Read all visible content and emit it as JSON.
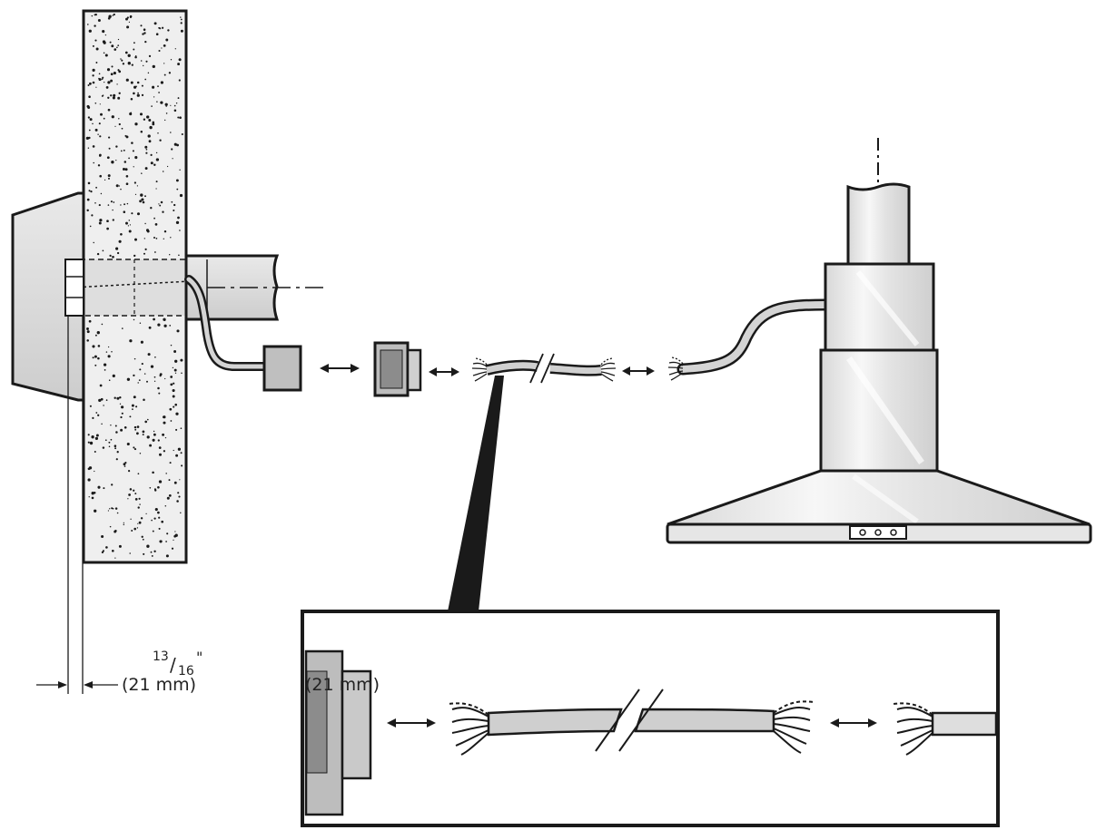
{
  "diagram": {
    "dimension": {
      "numerator": "13",
      "denominator": "16",
      "unit_mark": "\"",
      "metric": "(21 mm)",
      "metric_repeat": "(21 mm)"
    }
  },
  "colors": {
    "ink": "#1a1a1a",
    "wall_fill": "#ececec",
    "connector_fill": "#bdbdbd",
    "connector_dark": "#8c8c8c",
    "steel_light": "#f4f4f4",
    "steel_mid": "#d6d6d6",
    "cable_fill": "#cfcfcf"
  },
  "icons": {
    "exterior_cap": "wall-cap-icon",
    "female_plug": "female-plug-icon",
    "male_plug": "male-plug-icon",
    "range_hood": "range-hood-icon"
  }
}
